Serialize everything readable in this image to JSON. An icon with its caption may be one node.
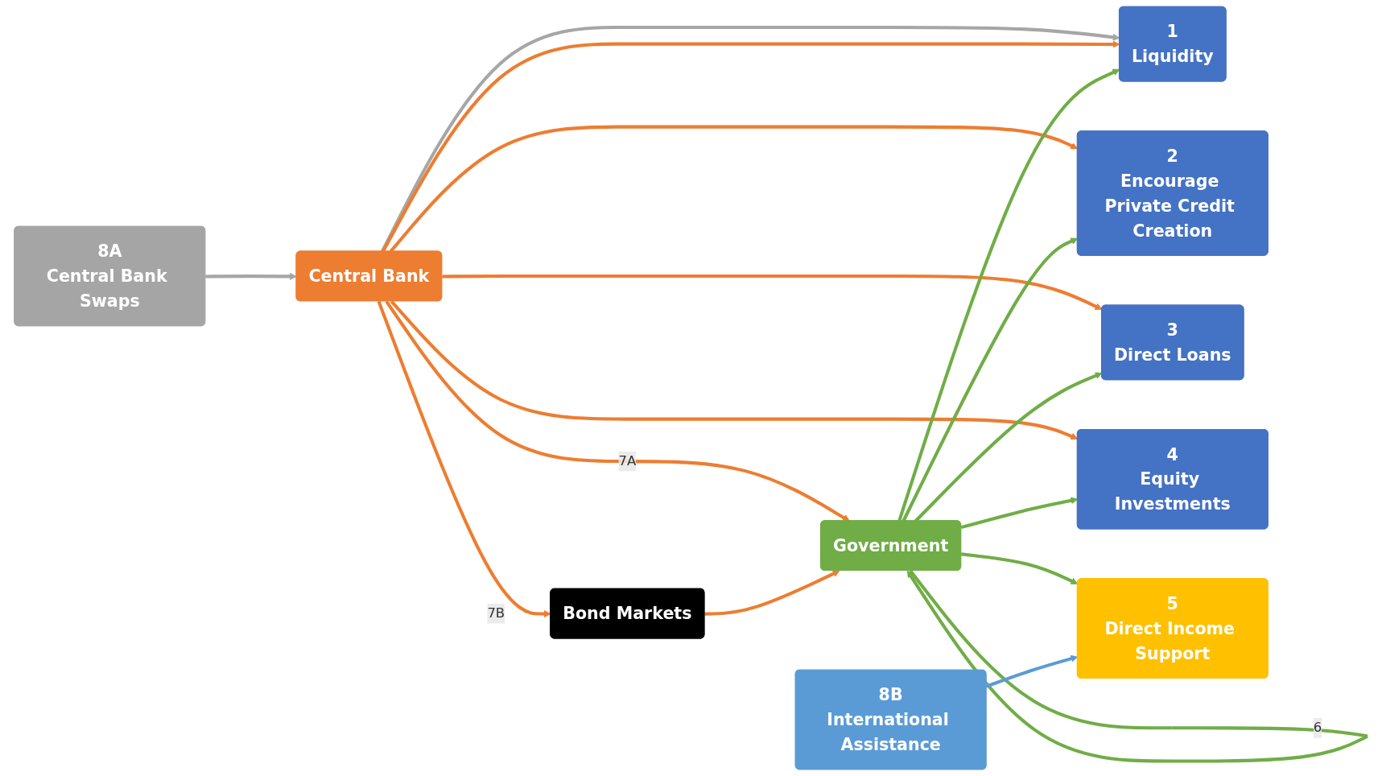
{
  "diagram": {
    "nodes": [
      {
        "text": [
          "Bond Markets"
        ]
      },
      {
        "text": [
          "1",
          "Liquidity"
        ]
      },
      {
        "text": [
          "2",
          "Encourage Private Credit Creation"
        ]
      },
      {
        "text": [
          "3",
          "Direct Loans"
        ]
      },
      {
        "text": [
          "4",
          "Equity Investments"
        ]
      },
      {
        "text": [
          "Central Bank"
        ]
      },
      {
        "text": [
          "Government"
        ]
      },
      {
        "text": [
          "8A",
          "Central Bank Swaps"
        ]
      },
      {
        "text": [
          "5",
          "Direct Income Support"
        ]
      },
      {
        "text": [
          "8B",
          "International Assistance"
        ]
      }
    ],
    "edges": [
      {
        "from": 5,
        "to": 0,
        "arrow": "to",
        "label": "7B"
      },
      {
        "from": 5,
        "to": 6,
        "arrow": "to",
        "label": "7A"
      },
      {
        "from": 0,
        "to": 6,
        "arrow": "to"
      },
      {
        "from": 5,
        "to": 1,
        "arrow": "to",
        "color": "#a6a6a6"
      },
      {
        "from": 5,
        "to": 1,
        "arrow": "to"
      },
      {
        "from": 5,
        "to": 2,
        "arrow": "to"
      },
      {
        "from": 5,
        "to": 3,
        "arrow": "to"
      },
      {
        "from": 5,
        "to": 4,
        "arrow": "to"
      },
      {
        "from": 7,
        "to": 5,
        "arrow": "to",
        "color": "#a6a6a6"
      },
      {
        "from": 6,
        "to": 1,
        "arrow": "to",
        "color": "#70ad47"
      },
      {
        "from": 6,
        "to": 2,
        "arrow": "to",
        "color": "#70ad47"
      },
      {
        "from": 6,
        "to": 3,
        "arrow": "to",
        "color": "#70ad47"
      },
      {
        "from": 6,
        "to": 4,
        "arrow": "to",
        "color": "#70ad47"
      },
      {
        "from": 6,
        "to": 8,
        "arrow": "to",
        "color": "#70ad47"
      },
      {
        "from": 6,
        "to": 6,
        "arrow": "to",
        "label": "6",
        "color": "#70ad47"
      },
      {
        "from": 9,
        "to": 8,
        "arrow": "to",
        "color": "#5b9bd5"
      }
    ]
  }
}
